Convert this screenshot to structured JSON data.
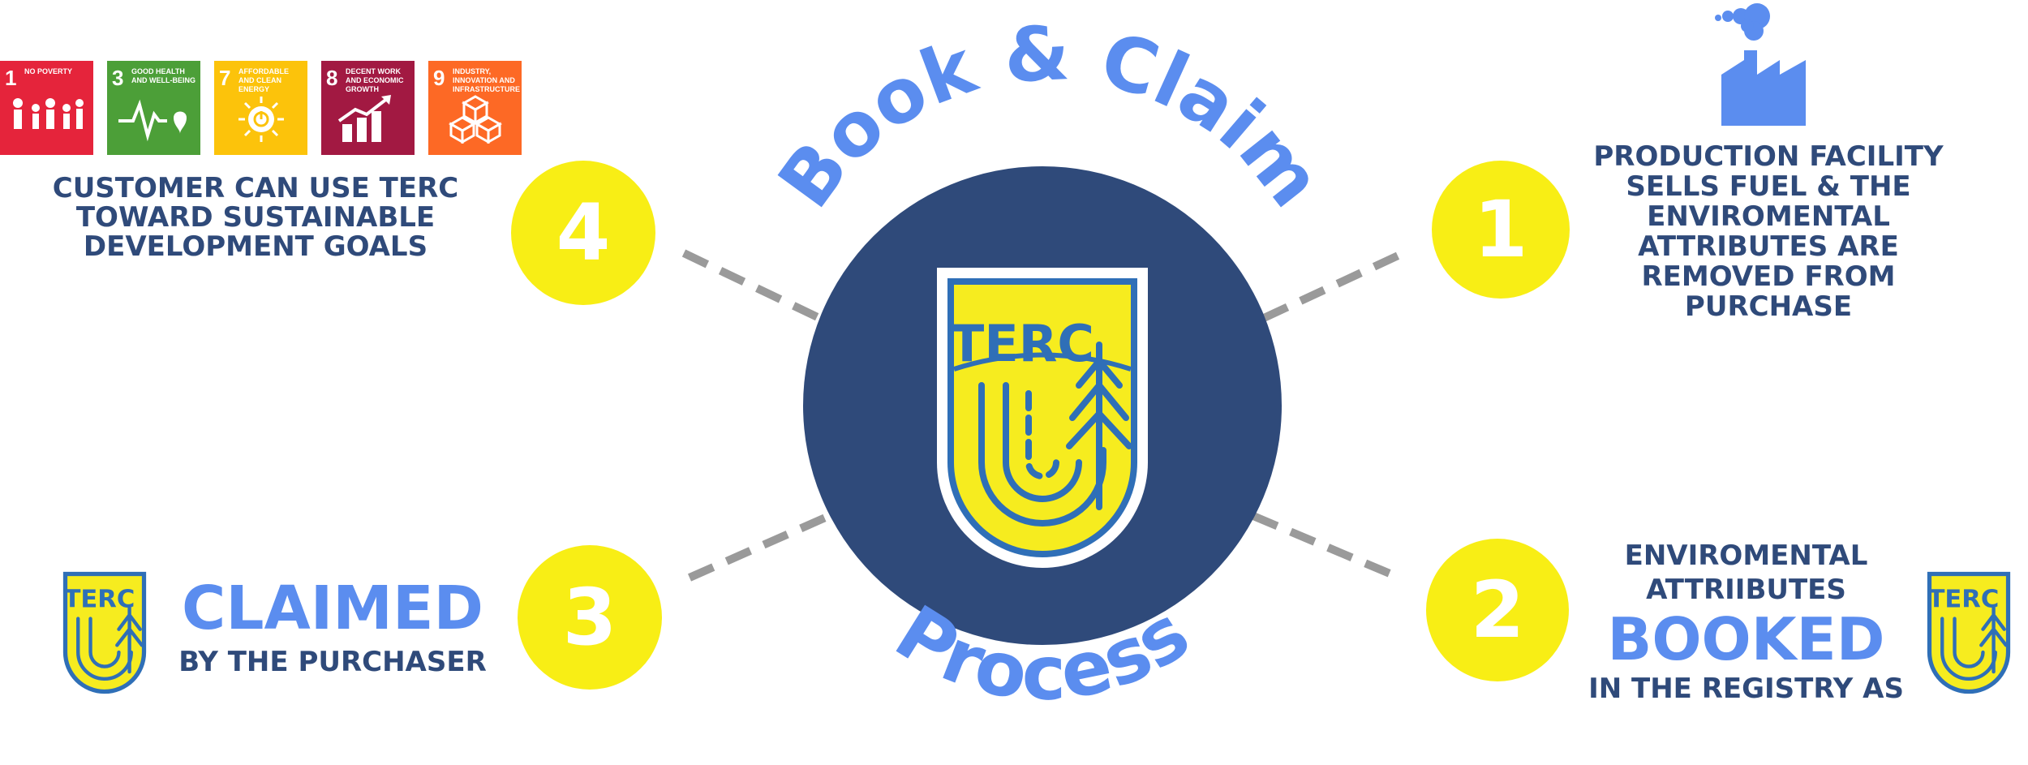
{
  "arc_top": "Book & Claim",
  "arc_bottom": "Process",
  "logo_text": "TERC",
  "sdg_tiles": [
    {
      "num": "1",
      "label": "NO POVERTY",
      "color": "#e5243b",
      "icon": "family-icon"
    },
    {
      "num": "3",
      "label": "GOOD HEALTH AND WELL-BEING",
      "color": "#4c9f38",
      "icon": "heartbeat-icon"
    },
    {
      "num": "7",
      "label": "AFFORDABLE AND CLEAN ENERGY",
      "color": "#fcc30b",
      "icon": "sun-power-icon"
    },
    {
      "num": "8",
      "label": "DECENT WORK AND ECONOMIC GROWTH",
      "color": "#a21942",
      "icon": "growth-chart-icon"
    },
    {
      "num": "9",
      "label": "INDUSTRY, INNOVATION AND INFRASTRUCTURE",
      "color": "#fd6925",
      "icon": "cubes-icon"
    }
  ],
  "steps": [
    {
      "num": "1",
      "lines": [
        "PRODUCTION FACILITY",
        "SELLS FUEL & THE",
        "ENVIROMENTAL",
        "ATTRIBUTES ARE",
        "REMOVED FROM",
        "PURCHASE"
      ]
    },
    {
      "num": "2",
      "line1": "ENVIROMENTAL",
      "line2": "ATTRIIBUTES",
      "big": "BOOKED",
      "line3": "IN THE REGISTRY AS"
    },
    {
      "num": "3",
      "big": "CLAIMED",
      "sub": "BY THE PURCHASER"
    },
    {
      "num": "4",
      "lines": [
        "CUSTOMER CAN USE TERC",
        "TOWARD SUSTAINABLE",
        "DEVELOPMENT GOALS"
      ]
    }
  ],
  "colors": {
    "navy": "#2f4a7a",
    "accent_blue": "#5b8def",
    "yellow": "#f8ee15",
    "dash": "#9a9a9a"
  }
}
